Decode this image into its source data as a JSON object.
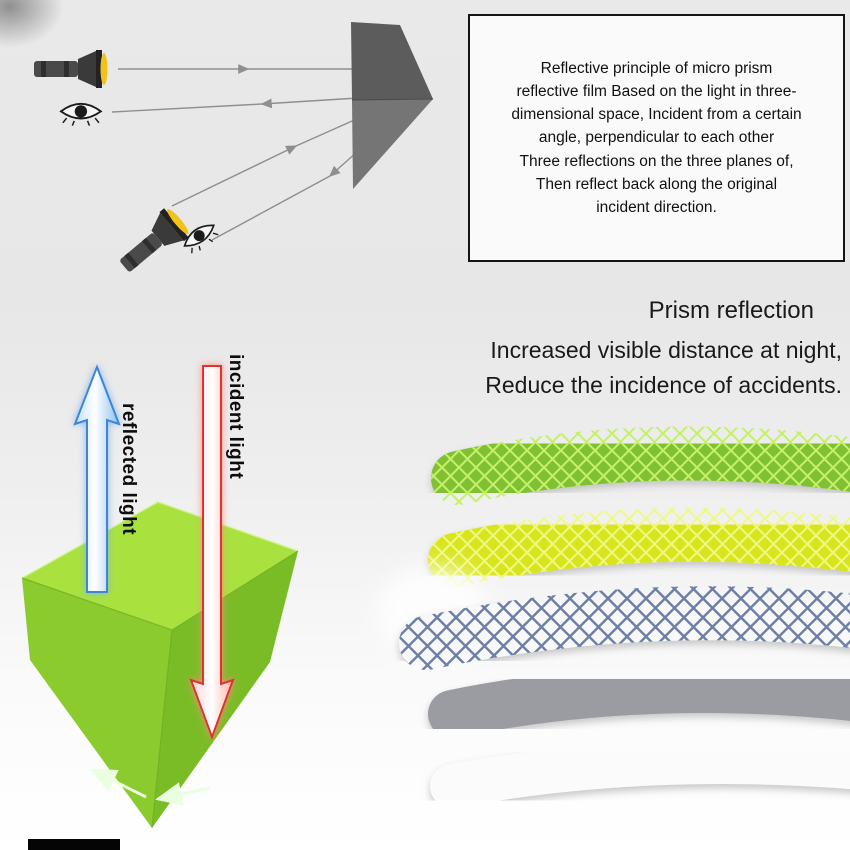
{
  "info_box": {
    "lines": [
      "Reflective principle of micro prism",
      "reflective film Based on the light in three-",
      "dimensional space, Incident from a certain",
      "angle, perpendicular to each other",
      "Three reflections on the three planes of,",
      "Then reflect back along the original",
      "incident direction."
    ]
  },
  "headline": {
    "title": "Prism reflection",
    "line1": "Increased visible distance at night,",
    "line2": "Reduce the incidence of accidents."
  },
  "prism_labels": {
    "reflected": "reflected light",
    "incident": "incident light"
  },
  "colors": {
    "arrow_reflected": "#3e86d6",
    "arrow_incident": "#e03131",
    "diagram_prism_dark": "#5c5c5c",
    "diagram_prism_light": "#757575",
    "beam_line": "#8f8f8f",
    "prism_top": "#a9e23f",
    "prism_left": "#8bcb2e",
    "prism_right": "#7abc26"
  },
  "strips": [
    {
      "base": "#7fc131",
      "line": "#c6ef6a"
    },
    {
      "base": "#d9e51f",
      "line": "#f0f885"
    },
    {
      "base": "#f8f8f8",
      "line": "#6d7fa6"
    },
    {
      "base": "#9b9ba2",
      "line": "#9b9ba2"
    },
    {
      "base": "#fbfbfb",
      "line": "#fbfbfb"
    }
  ]
}
